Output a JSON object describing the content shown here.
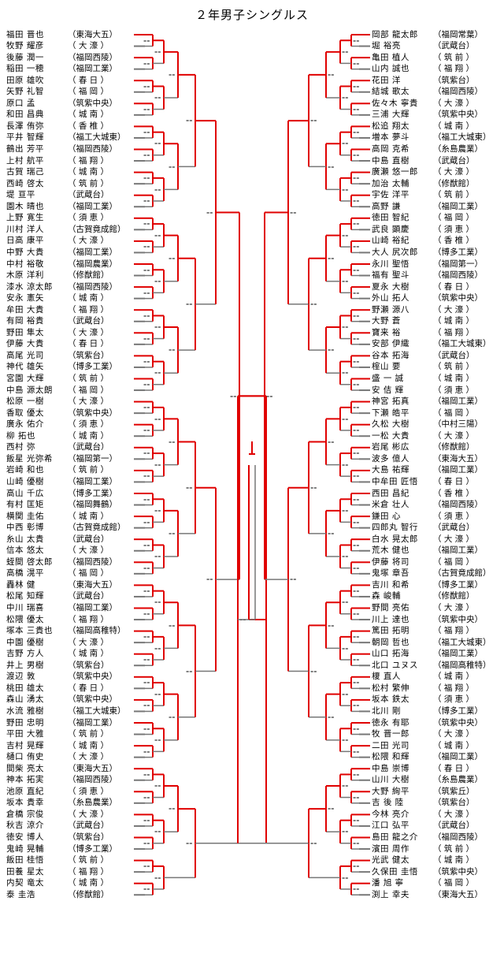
{
  "title": "２年男子シングルス",
  "left_players": [
    {
      "name": "福田 晋也",
      "school": "（東海大五）"
    },
    {
      "name": "牧野 耀彦",
      "school": "（ 大 濠 ）"
    },
    {
      "name": "後藤 潤一",
      "school": "（福岡西陵）"
    },
    {
      "name": "稲田 一穂",
      "school": "（福岡工業）"
    },
    {
      "name": "田原 雄吹",
      "school": "（ 春 日 ）"
    },
    {
      "name": "矢野 礼智",
      "school": "（ 福 岡 ）"
    },
    {
      "name": "原口 孟",
      "school": "（筑紫中央）"
    },
    {
      "name": "和田 昌典",
      "school": "（ 城 南 ）"
    },
    {
      "name": "長澤 侑弥",
      "school": "（ 香 椎 ）"
    },
    {
      "name": "平井 智輝",
      "school": "（福工大城東）"
    },
    {
      "name": "鶴出 芳平",
      "school": "（福岡西陵）"
    },
    {
      "name": "上村 航平",
      "school": "（ 福 翔 ）"
    },
    {
      "name": "古賀 瑞己",
      "school": "（ 城 南 ）"
    },
    {
      "name": "西崎 啓太",
      "school": "（ 筑 前 ）"
    },
    {
      "name": "堤 亘平",
      "school": "（武蔵台）"
    },
    {
      "name": "園木 晴也",
      "school": "（福岡工業）"
    },
    {
      "name": "上野 寛生",
      "school": "（ 須 恵 ）"
    },
    {
      "name": "川村 洋人",
      "school": "（古賀竟成館）"
    },
    {
      "name": "日高 康平",
      "school": "（ 大 濠 ）"
    },
    {
      "name": "中野 大貴",
      "school": "（福岡工業）"
    },
    {
      "name": "中村 裕敬",
      "school": "（福岡農業）"
    },
    {
      "name": "木原 洋利",
      "school": "（修猷館）"
    },
    {
      "name": "漆水 涼太郎",
      "school": "（福岡西陵）"
    },
    {
      "name": "安永 憲矢",
      "school": "（ 城 南 ）"
    },
    {
      "name": "牟田 大貴",
      "school": "（ 福 翔 ）"
    },
    {
      "name": "有岡 裕貴",
      "school": "（武蔵台）"
    },
    {
      "name": "野田 隼太",
      "school": "（ 大 濠 ）"
    },
    {
      "name": "伊藤 大貴",
      "school": "（ 春 日 ）"
    },
    {
      "name": "高尾 光司",
      "school": "（筑紫台）"
    },
    {
      "name": "神代 雄矢",
      "school": "（博多工業）"
    },
    {
      "name": "宮園 大輝",
      "school": "（ 筑 前 ）"
    },
    {
      "name": "中島 源太朗",
      "school": "（ 福 岡 ）"
    },
    {
      "name": "松原 一樹",
      "school": "（ 大 濠 ）"
    },
    {
      "name": "香取 優太",
      "school": "（筑紫中央）"
    },
    {
      "name": "廣永 佑介",
      "school": "（ 須 恵 ）"
    },
    {
      "name": "柳 拓也",
      "school": "（ 城 南 ）"
    },
    {
      "name": "西村 弥",
      "school": "（武蔵台）"
    },
    {
      "name": "飯星 光弥希",
      "school": "（福岡第一）"
    },
    {
      "name": "岩崎 和也",
      "school": "（ 筑 前 ）"
    },
    {
      "name": "山崎 優樹",
      "school": "（福岡工業）"
    },
    {
      "name": "高山 千広",
      "school": "（博多工業）"
    },
    {
      "name": "有村 匡矩",
      "school": "（福岡舞鶴）"
    },
    {
      "name": "横関 圭佑",
      "school": "（ 城 南 ）"
    },
    {
      "name": "中西 彰博",
      "school": "（古賀竟成館）"
    },
    {
      "name": "糸山 太貴",
      "school": "（武蔵台）"
    },
    {
      "name": "信本 悠太",
      "school": "（ 大 濠 ）"
    },
    {
      "name": "蛭間 啓太郎",
      "school": "（福岡西陵）"
    },
    {
      "name": "高橋 滉平",
      "school": "（ 福 岡 ）"
    },
    {
      "name": "轟林 健",
      "school": "（東海大五）"
    },
    {
      "name": "松尾 知輝",
      "school": "（武蔵台）"
    },
    {
      "name": "中川 瑞喜",
      "school": "（福岡工業）"
    },
    {
      "name": "松隈 優太",
      "school": "（ 福 翔 ）"
    },
    {
      "name": "塚本 三貴也",
      "school": "（福岡高稚特）"
    },
    {
      "name": "中園 優樹",
      "school": "（ 大 濠 ）"
    },
    {
      "name": "吉野 方人",
      "school": "（ 城 南 ）"
    },
    {
      "name": "井上 男樹",
      "school": "（筑紫台）"
    },
    {
      "name": "渡辺 敦",
      "school": "（筑紫中央）"
    },
    {
      "name": "桃田 雄太",
      "school": "（ 春 日 ）"
    },
    {
      "name": "森山 湧太",
      "school": "（筑紫中央）"
    },
    {
      "name": "水流 雅樹",
      "school": "（福工大城東）"
    },
    {
      "name": "野田 忠明",
      "school": "（福岡工業）"
    },
    {
      "name": "平田 大雅",
      "school": "（ 筑 前 ）"
    },
    {
      "name": "吉村 晃輝",
      "school": "（ 城 南 ）"
    },
    {
      "name": "樋口 侑史",
      "school": "（ 大 濠 ）"
    },
    {
      "name": "間柴 亮太",
      "school": "（東海大五）"
    },
    {
      "name": "神本 拓実",
      "school": "（福岡西陵）"
    },
    {
      "name": "池原 直紀",
      "school": "（ 須 恵 ）"
    },
    {
      "name": "坂本 貴幸",
      "school": "（糸島農業）"
    },
    {
      "name": "倉橋 宗俊",
      "school": "（ 大 濠 ）"
    },
    {
      "name": "秋吉 涼介",
      "school": "（武蔵台）"
    },
    {
      "name": "徳安 博人",
      "school": "（筑紫台）"
    },
    {
      "name": "鬼崎 晃輔",
      "school": "（博多工業）"
    },
    {
      "name": "飯田 桂悟",
      "school": "（ 筑 前 ）"
    },
    {
      "name": "田養 星太",
      "school": "（ 福 翔 ）"
    },
    {
      "name": "内契 竜太",
      "school": "（ 城 南 ）"
    },
    {
      "name": "泰 圭浩",
      "school": "（修猷館）"
    }
  ],
  "right_players": [
    {
      "name": "岡部 龍太郎",
      "school": "（福岡常葉）"
    },
    {
      "name": "堀 裕亮",
      "school": "（武蔵台）"
    },
    {
      "name": "亀田 植人",
      "school": "（ 筑 前 ）"
    },
    {
      "name": "山内 誠也",
      "school": "（ 福 翔 ）"
    },
    {
      "name": "花田 洋",
      "school": "（筑紫台）"
    },
    {
      "name": "結城 歌太",
      "school": "（福岡西陵）"
    },
    {
      "name": "佐々木 寧貴",
      "school": "（ 大 濠 ）"
    },
    {
      "name": "三浦 大輝",
      "school": "（筑紫中央）"
    },
    {
      "name": "松追 翔太",
      "school": "（ 城 南 ）"
    },
    {
      "name": "増本 夢斗",
      "school": "（福工大城東）"
    },
    {
      "name": "高岡 克希",
      "school": "（糸島農業）"
    },
    {
      "name": "中島 直樹",
      "school": "（武蔵台）"
    },
    {
      "name": "廣瀬 悠一郎",
      "school": "（ 大 濠 ）"
    },
    {
      "name": "加治 太輔",
      "school": "（修猷館）"
    },
    {
      "name": "宇佐 洋平",
      "school": "（ 筑 前 ）"
    },
    {
      "name": "高野 謙",
      "school": "（福岡工業）"
    },
    {
      "name": "徳田 智紀",
      "school": "（ 福 岡 ）"
    },
    {
      "name": "武良 顕慶",
      "school": "（ 須 恵 ）"
    },
    {
      "name": "山崎 裕紀",
      "school": "（ 香 椎 ）"
    },
    {
      "name": "大人 尻次郎",
      "school": "（博多工業）"
    },
    {
      "name": "永川 聖悟",
      "school": "（福岡第一）"
    },
    {
      "name": "福有 聖斗",
      "school": "（福岡西陵）"
    },
    {
      "name": "夏永 大樹",
      "school": "（ 春 日 ）"
    },
    {
      "name": "外山 拓人",
      "school": "（筑紫中央）"
    },
    {
      "name": "野瀬 源八",
      "school": "（ 大 濠 ）"
    },
    {
      "name": "大野 蒼",
      "school": "（ 城 南 ）"
    },
    {
      "name": "寶来 裕",
      "school": "（ 福 翔 ）"
    },
    {
      "name": "安部 伊織",
      "school": "（福工大城東）"
    },
    {
      "name": "谷本 拓海",
      "school": "（武蔵台）"
    },
    {
      "name": "榁山 要",
      "school": "（ 筑 前 ）"
    },
    {
      "name": "盛 一 誠",
      "school": "（ 城 南 ）"
    },
    {
      "name": "安 佶 輝",
      "school": "（ 須 恵 ）"
    },
    {
      "name": "神宮 拓真",
      "school": "（福岡工業）"
    },
    {
      "name": "下瀬 皓平",
      "school": "（ 福 岡 ）"
    },
    {
      "name": "久松 大樹",
      "school": "（中村三陽）"
    },
    {
      "name": "一松 大貴",
      "school": "（ 大 濠 ）"
    },
    {
      "name": "岩尾 彬広",
      "school": "（修猷館）"
    },
    {
      "name": "波多 億人",
      "school": "（東海大五）"
    },
    {
      "name": "大島 祐輝",
      "school": "（福岡工業）"
    },
    {
      "name": "中牟田 匠悟",
      "school": "（ 春 日 ）"
    },
    {
      "name": "西田 昌紀",
      "school": "（ 香 椎 ）"
    },
    {
      "name": "米倉 壮人",
      "school": "（福岡西陵）"
    },
    {
      "name": "鎌田 心",
      "school": "（ 須 恵 ）"
    },
    {
      "name": "四郎丸 智行",
      "school": "（武蔵台）"
    },
    {
      "name": "白水 晃太郎",
      "school": "（ 大 濠 ）"
    },
    {
      "name": "荒木 健也",
      "school": "（福岡工業）"
    },
    {
      "name": "伊藤 将司",
      "school": "（ 福 岡 ）"
    },
    {
      "name": "鬼塚 章吾",
      "school": "（古賀竟成館）"
    },
    {
      "name": "吉川 和希",
      "school": "（博多工業）"
    },
    {
      "name": "森 峻輔",
      "school": "（修猷館）"
    },
    {
      "name": "野間 亮佑",
      "school": "（ 大 濠 ）"
    },
    {
      "name": "川上 達也",
      "school": "（筑紫中央）"
    },
    {
      "name": "篤田 拓明",
      "school": "（ 福 翔 ）"
    },
    {
      "name": "朝岡 哲也",
      "school": "（福工大城東）"
    },
    {
      "name": "山口 拓海",
      "school": "（福岡工業）"
    },
    {
      "name": "北口 ユヌス",
      "school": "（福岡高稚特）"
    },
    {
      "name": "榎 直人",
      "school": "（ 城 南 ）"
    },
    {
      "name": "松村 繁伸",
      "school": "（ 福 翔 ）"
    },
    {
      "name": "坂本 鉄太",
      "school": "（ 須 恵 ）"
    },
    {
      "name": "北川 剛",
      "school": "（博多工業）"
    },
    {
      "name": "徳永 有耶",
      "school": "（筑紫中央）"
    },
    {
      "name": "牧 晋一郎",
      "school": "（ 大 濠 ）"
    },
    {
      "name": "二田 光司",
      "school": "（ 城 南 ）"
    },
    {
      "name": "松隈 和輝",
      "school": "（福岡工業）"
    },
    {
      "name": "中島 崇博",
      "school": "（ 春 日 ）"
    },
    {
      "name": "山川 大樹",
      "school": "（糸島農業）"
    },
    {
      "name": "大野 絢平",
      "school": "（筑紫丘）"
    },
    {
      "name": "吉 後 陸",
      "school": "（筑紫台）"
    },
    {
      "name": "今林 亮介",
      "school": "（ 大 濠 ）"
    },
    {
      "name": "江口 弘平",
      "school": "（武蔵台）"
    },
    {
      "name": "島田 龍之介",
      "school": "（福岡西陵）"
    },
    {
      "name": "濱田 周作",
      "school": "（ 筑 前 ）"
    },
    {
      "name": "光武 健太",
      "school": "（ 城 南 ）"
    },
    {
      "name": "久保田 圭悟",
      "school": "（筑紫中央）"
    },
    {
      "name": "潘 旭 寧",
      "school": "（ 福 岡 ）"
    },
    {
      "name": "渕上 幸夫",
      "school": "（東海大五）"
    }
  ]
}
